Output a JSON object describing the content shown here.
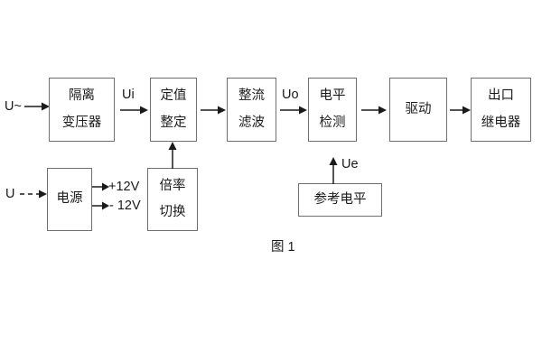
{
  "diagram": {
    "caption": "图 1",
    "blocks": [
      {
        "id": "isolation-transformer",
        "lines": [
          "隔离",
          "变压器"
        ]
      },
      {
        "id": "setting-value",
        "lines": [
          "定值",
          "整定"
        ]
      },
      {
        "id": "rectify-filter",
        "lines": [
          "整流",
          "滤波"
        ]
      },
      {
        "id": "level-detection",
        "lines": [
          "电平",
          "检测"
        ]
      },
      {
        "id": "drive",
        "lines": [
          "驱动"
        ]
      },
      {
        "id": "output-relay",
        "lines": [
          "出口",
          "继电器"
        ]
      },
      {
        "id": "power-supply",
        "lines": [
          "电源"
        ]
      },
      {
        "id": "multiplier-switch",
        "lines": [
          "倍率",
          "切换"
        ]
      },
      {
        "id": "reference-level",
        "lines": [
          "参考电平"
        ]
      }
    ],
    "signals": {
      "input_ac": "U~",
      "input_dc": "U",
      "ui": "Ui",
      "uo": "Uo",
      "ue": "Ue",
      "pos12v": "+12V",
      "neg12v": "- 12V"
    },
    "colors": {
      "box_border": "#6f6f6f",
      "line": "#1a1a1a",
      "background": "#ffffff",
      "text": "#1a1a1a"
    }
  }
}
